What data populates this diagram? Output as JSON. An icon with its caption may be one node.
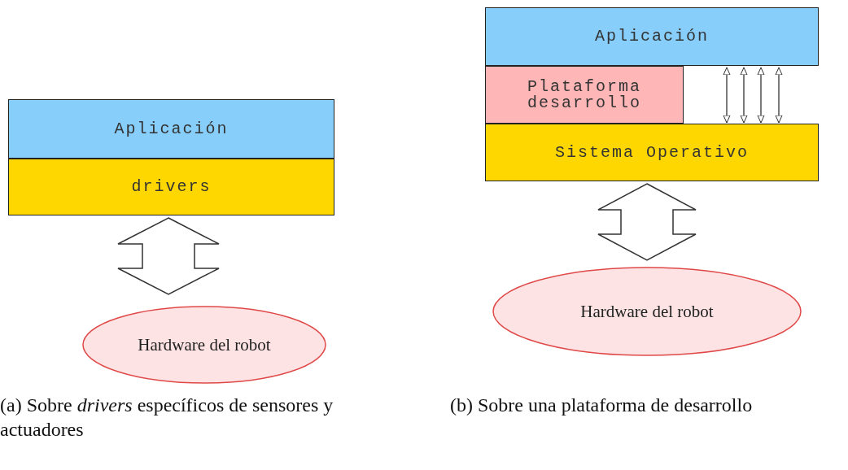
{
  "diagram": {
    "nodes": [
      {
        "text": [
          "Aplicación"
        ]
      },
      {
        "text": [
          "drivers"
        ]
      },
      {
        "text": [
          "Hardware del robot"
        ]
      },
      {
        "text": [
          "Aplicación"
        ]
      },
      {
        "text": [
          "Plataforma desarrollo"
        ]
      },
      {
        "text": [
          "Sistema Operativo"
        ]
      },
      {
        "text": [
          "Hardware del robot"
        ]
      }
    ],
    "edges": [
      {
        "from": 1,
        "to": 2,
        "arrow": "both"
      },
      {
        "from": 3,
        "to": 5,
        "arrow": "both"
      },
      {
        "from": 3,
        "to": 5,
        "arrow": "both"
      },
      {
        "from": 3,
        "to": 5,
        "arrow": "both"
      },
      {
        "from": 3,
        "to": 5,
        "arrow": "both"
      },
      {
        "from": 5,
        "to": 6,
        "arrow": "both"
      }
    ],
    "labels": [
      "(a) Sobre *drivers* específicos de sensores y actuadores",
      "(b) Sobre una plataforma de desarrollo"
    ]
  }
}
